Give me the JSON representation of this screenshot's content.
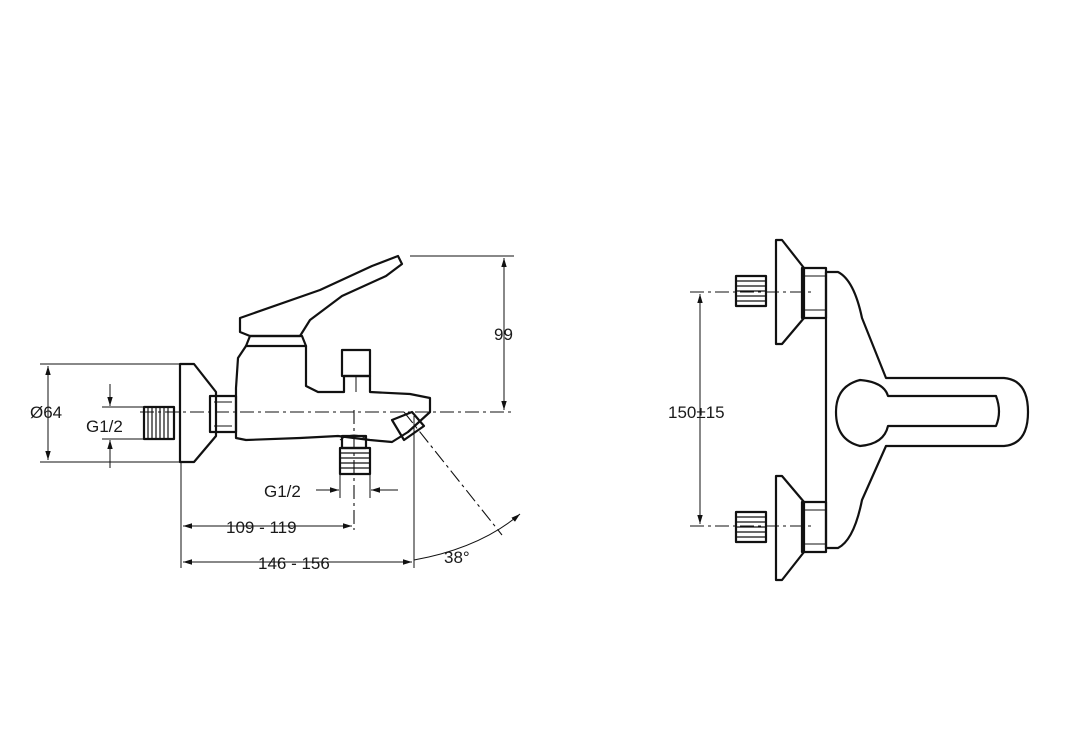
{
  "side_view": {
    "height_label": "99",
    "diameter_label": "Ø64",
    "inlet_thread_label": "G1/2",
    "outlet_thread_label": "G1/2",
    "depth_short_label": "109 - 119",
    "depth_long_label": "146 - 156",
    "angle_label": "38°"
  },
  "front_view": {
    "spacing_label": "150±15"
  }
}
